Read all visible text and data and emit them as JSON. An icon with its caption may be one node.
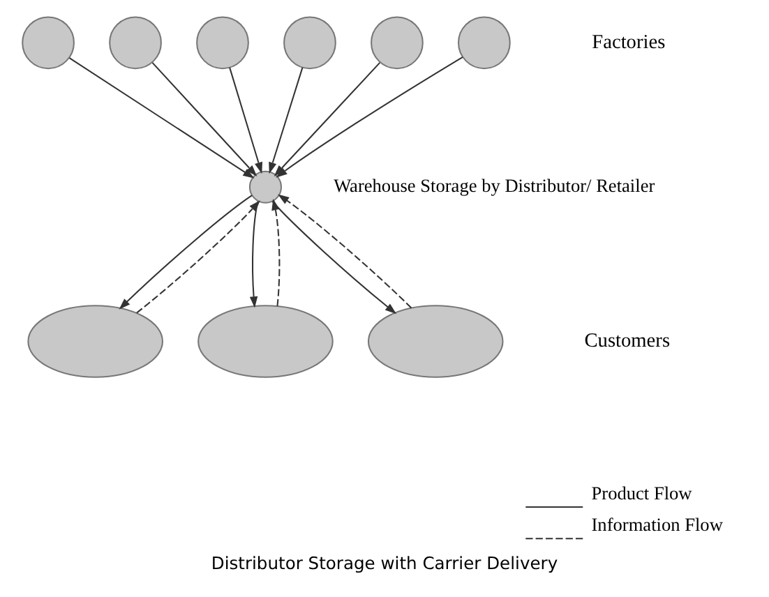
{
  "diagram": {
    "caption": "Distributor Storage with Carrier Delivery",
    "nodes": [
      {
        "text": [],
        "shape": "circle"
      },
      {
        "text": [],
        "shape": "circle"
      },
      {
        "text": [],
        "shape": "circle"
      },
      {
        "text": [],
        "shape": "circle"
      },
      {
        "text": [],
        "shape": "circle"
      },
      {
        "text": [],
        "shape": "circle"
      },
      {
        "text": [],
        "shape": "circle",
        "beside": [
          "Warehouse Storage by Distributor/ Retailer"
        ]
      },
      {
        "text": [],
        "shape": "ellipse"
      },
      {
        "text": [],
        "shape": "ellipse"
      },
      {
        "text": [],
        "shape": "ellipse"
      }
    ],
    "edges": [
      {
        "from": 0,
        "to": 6,
        "arrow": "to"
      },
      {
        "from": 1,
        "to": 6,
        "arrow": "to"
      },
      {
        "from": 2,
        "to": 6,
        "arrow": "to"
      },
      {
        "from": 3,
        "to": 6,
        "arrow": "to"
      },
      {
        "from": 4,
        "to": 6,
        "arrow": "to"
      },
      {
        "from": 5,
        "to": 6,
        "arrow": "to"
      },
      {
        "from": 6,
        "to": 7,
        "arrow": "to"
      },
      {
        "from": 7,
        "to": 6,
        "arrow": "to",
        "style": "dashed"
      },
      {
        "from": 6,
        "to": 8,
        "arrow": "to"
      },
      {
        "from": 8,
        "to": 6,
        "arrow": "to",
        "style": "dashed"
      },
      {
        "from": 6,
        "to": 9,
        "arrow": "to"
      },
      {
        "from": 9,
        "to": 6,
        "arrow": "to",
        "style": "dashed"
      }
    ],
    "labels": [
      "Factories",
      "Customers"
    ],
    "legend": [
      {
        "text": "Product Flow"
      },
      {
        "text": "Information Flow"
      }
    ]
  }
}
